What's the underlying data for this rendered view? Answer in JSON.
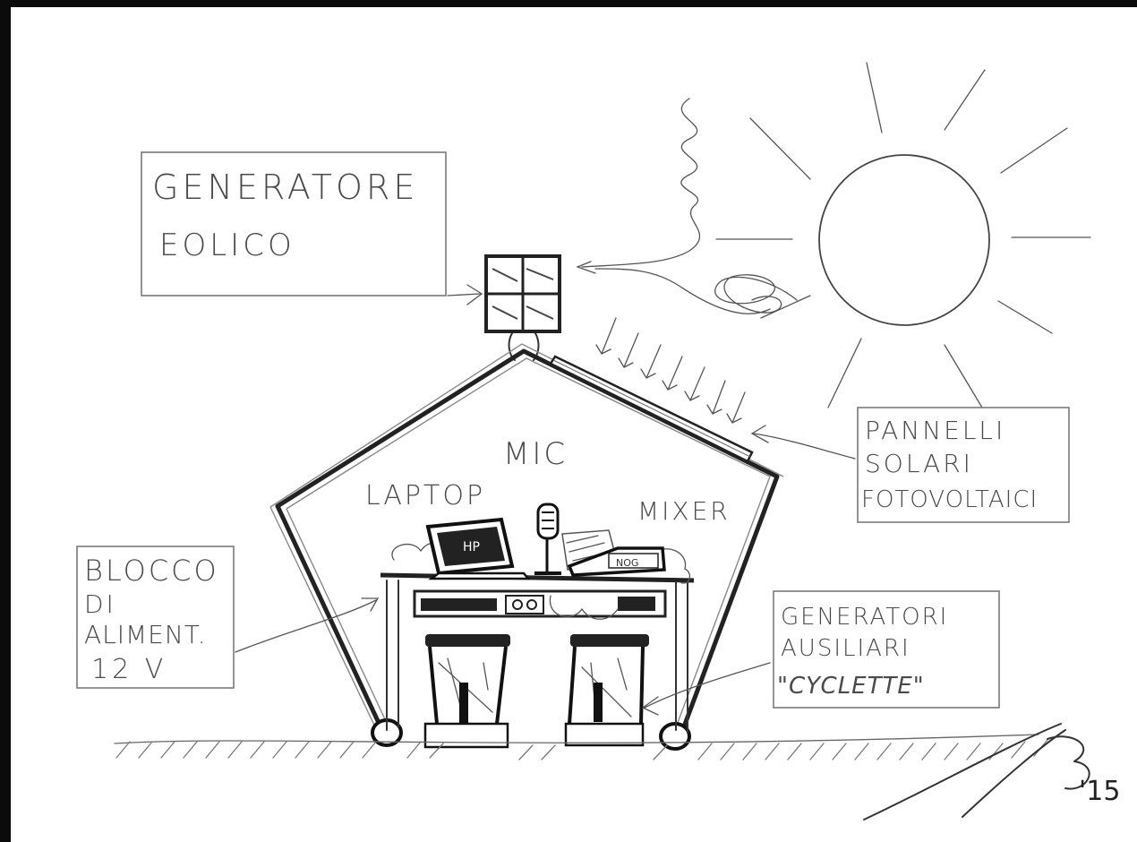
{
  "labels": {
    "wind": [
      "GENERATORE",
      "EOLICO"
    ],
    "solar": [
      "PANNELLI",
      "SOLARI",
      "FOTOVOLTAICI"
    ],
    "power": [
      "BLOCCO",
      "DI",
      "ALIMENT.",
      "12 V"
    ],
    "aux": [
      "GENERATORI",
      "AUSILIARI",
      "\"CYCLETTE\""
    ],
    "mic": "MIC",
    "laptop": "LAPTOP",
    "mixer": "MIXER",
    "laptop_brand": "HP",
    "mixer_brand": "NOG"
  },
  "signature": {
    "year": "'15"
  },
  "colors": {
    "background": "#0b0b0b",
    "paper": "#ffffff",
    "ink": "#333333"
  }
}
